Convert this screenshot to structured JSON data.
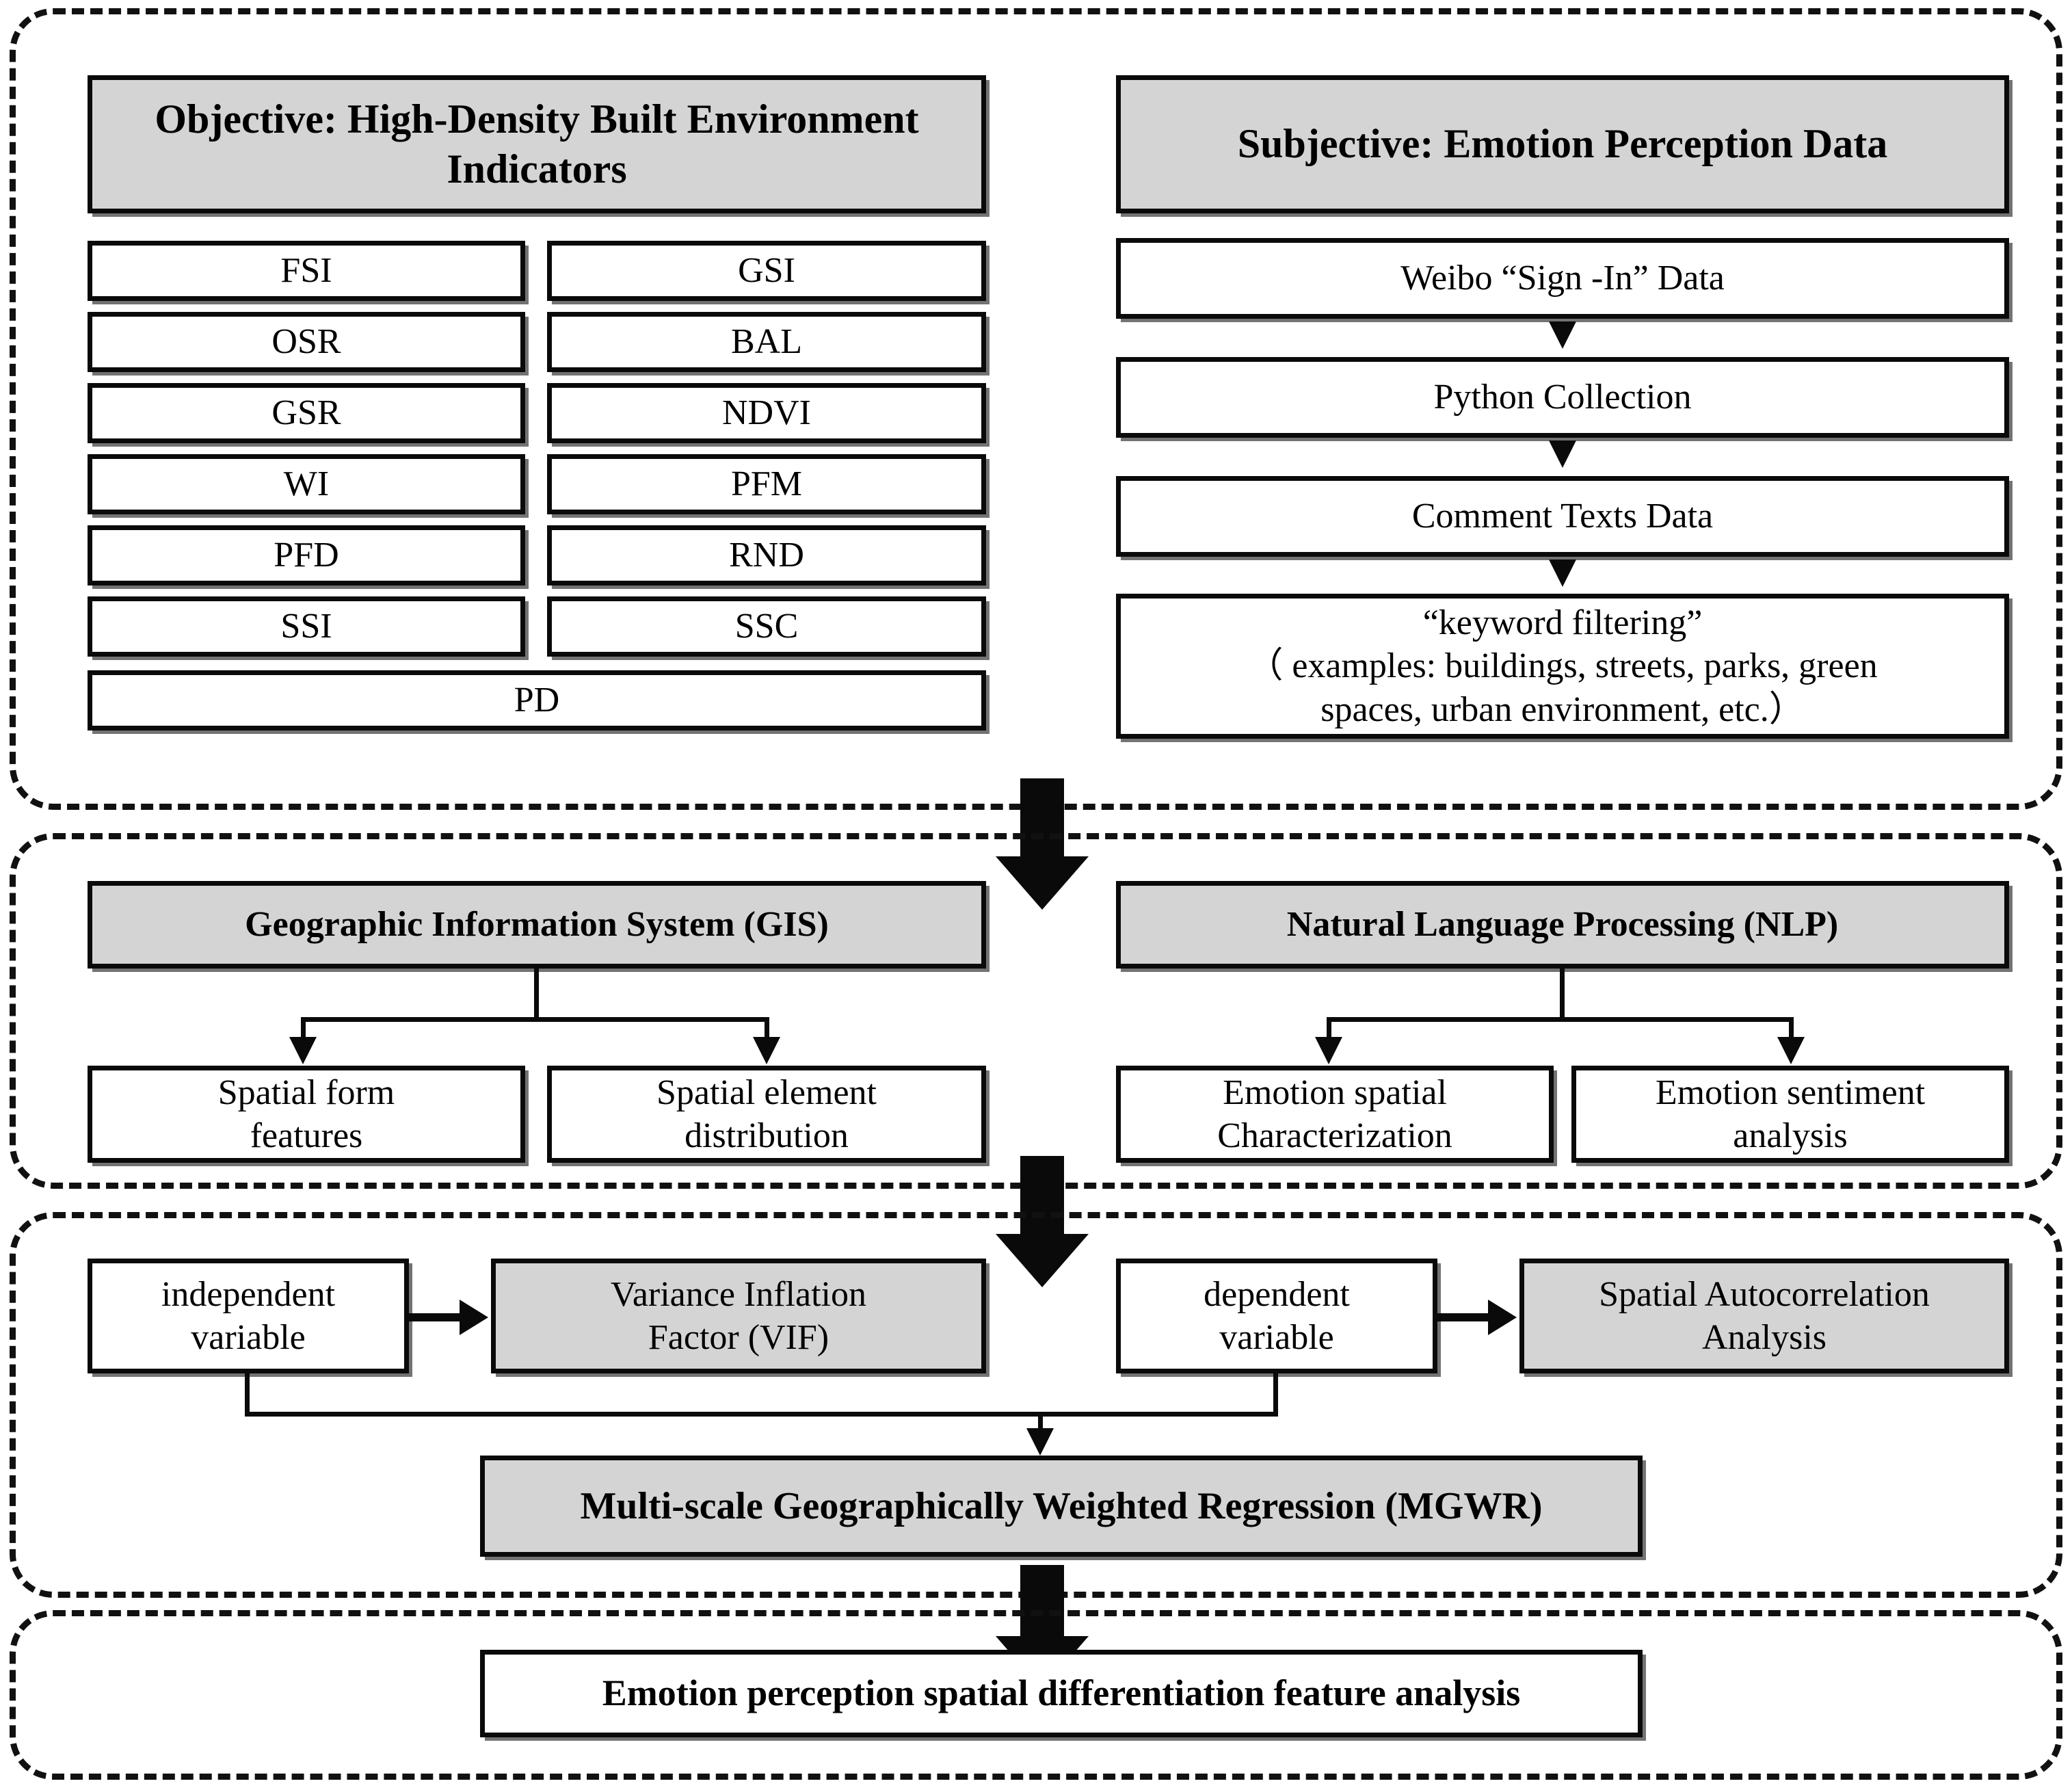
{
  "diagram": {
    "title": "Research framework flowchart",
    "colors": {
      "gray_fill": "#d4d4d4",
      "line": "#0a0a0a",
      "background": "#ffffff"
    }
  },
  "section1": {
    "objective": {
      "header": "Objective: High-Density Built Environment Indicators",
      "indicators_left": [
        "FSI",
        "OSR",
        "GSR",
        "WI",
        "PFD",
        "SSI"
      ],
      "indicators_right": [
        "GSI",
        "BAL",
        "NDVI",
        "PFM",
        "RND",
        "SSC"
      ],
      "indicator_full": "PD"
    },
    "subjective": {
      "header": "Subjective: Emotion Perception Data",
      "steps": [
        "Weibo “Sign -In” Data",
        "Python Collection",
        "Comment Texts Data"
      ],
      "filter_line1": "“keyword filtering”",
      "filter_line2": "（ examples: buildings, streets, parks, green",
      "filter_line3": "spaces, urban environment, etc.）"
    }
  },
  "section2": {
    "gis": {
      "header": "Geographic Information System (GIS)",
      "children": [
        {
          "line1": "Spatial form",
          "line2": "features"
        },
        {
          "line1": "Spatial element",
          "line2": "distribution"
        }
      ]
    },
    "nlp": {
      "header": "Natural Language Processing (NLP)",
      "children": [
        {
          "line1": "Emotion spatial",
          "line2": "Characterization"
        },
        {
          "line1": "Emotion sentiment",
          "line2": "analysis"
        }
      ]
    }
  },
  "section3": {
    "independent_variable": {
      "line1": "independent",
      "line2": "variable"
    },
    "vif": {
      "line1": "Variance Inflation",
      "line2": "Factor (VIF)"
    },
    "dependent_variable": {
      "line1": "dependent",
      "line2": "variable"
    },
    "spatial_autocorrelation": {
      "line1": "Spatial Autocorrelation",
      "line2": "Analysis"
    },
    "mgwr": "Multi-scale Geographically Weighted Regression (MGWR)"
  },
  "section4": {
    "result": "Emotion perception spatial differentiation feature analysis"
  }
}
